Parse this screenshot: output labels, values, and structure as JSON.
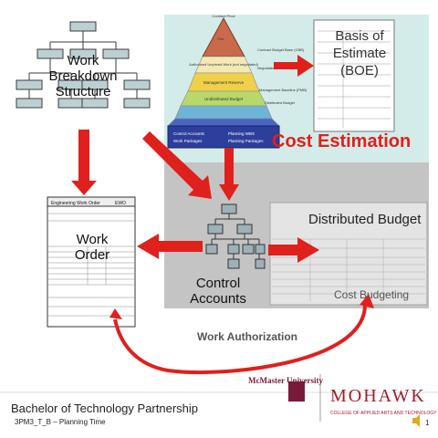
{
  "labels": {
    "wbs": "Work\nBreakdown\nStructure",
    "boe": "Basis of\nEstimate\n(BOE)",
    "cost_estimation": "Cost Estimation",
    "distributed_budget": "Distributed Budget",
    "work_order": "Work\nOrder",
    "control_accounts": "Control\nAccounts",
    "work_authorization": "Work Authorization",
    "cost_budgeting": "Cost Budgeting"
  },
  "pyramid": {
    "tiers": [
      "Contract Price",
      "Fee",
      "Contract Budget Base (CBB)",
      "Authorized Unpriced Work (not negotiated)",
      "Negotiated Contract Cost",
      "Management Reserve",
      "Management Baseline (PMB)",
      "Undistributed Budget",
      "Distributed Budget",
      "Control Accounts",
      "Work Packages",
      "Planning WBS",
      "Planning Packages"
    ]
  },
  "work_order_form": {
    "title": "Engineering Work Order",
    "code": "EWO"
  },
  "footer": {
    "program": "Bachelor of Technology Partnership",
    "course": "3PM3_T_B – Planning Time",
    "page": "1"
  },
  "logos": {
    "mcmaster": "McMaster University",
    "mohawk": "MOHAWK",
    "mohawk_sub": "COLLEGE OF APPLIED ARTS AND TECHNOLOGY"
  },
  "colors": {
    "arrow_red": "#e0201c",
    "cost_estimation_red": "#e0201c",
    "teal_panel": "#d3ece9",
    "gray_panel": "#c4c4c4",
    "pyramid_top": "#c96a4c",
    "pyramid_mid": "#f0d04a",
    "pyramid_base": "#2d3e9b"
  }
}
